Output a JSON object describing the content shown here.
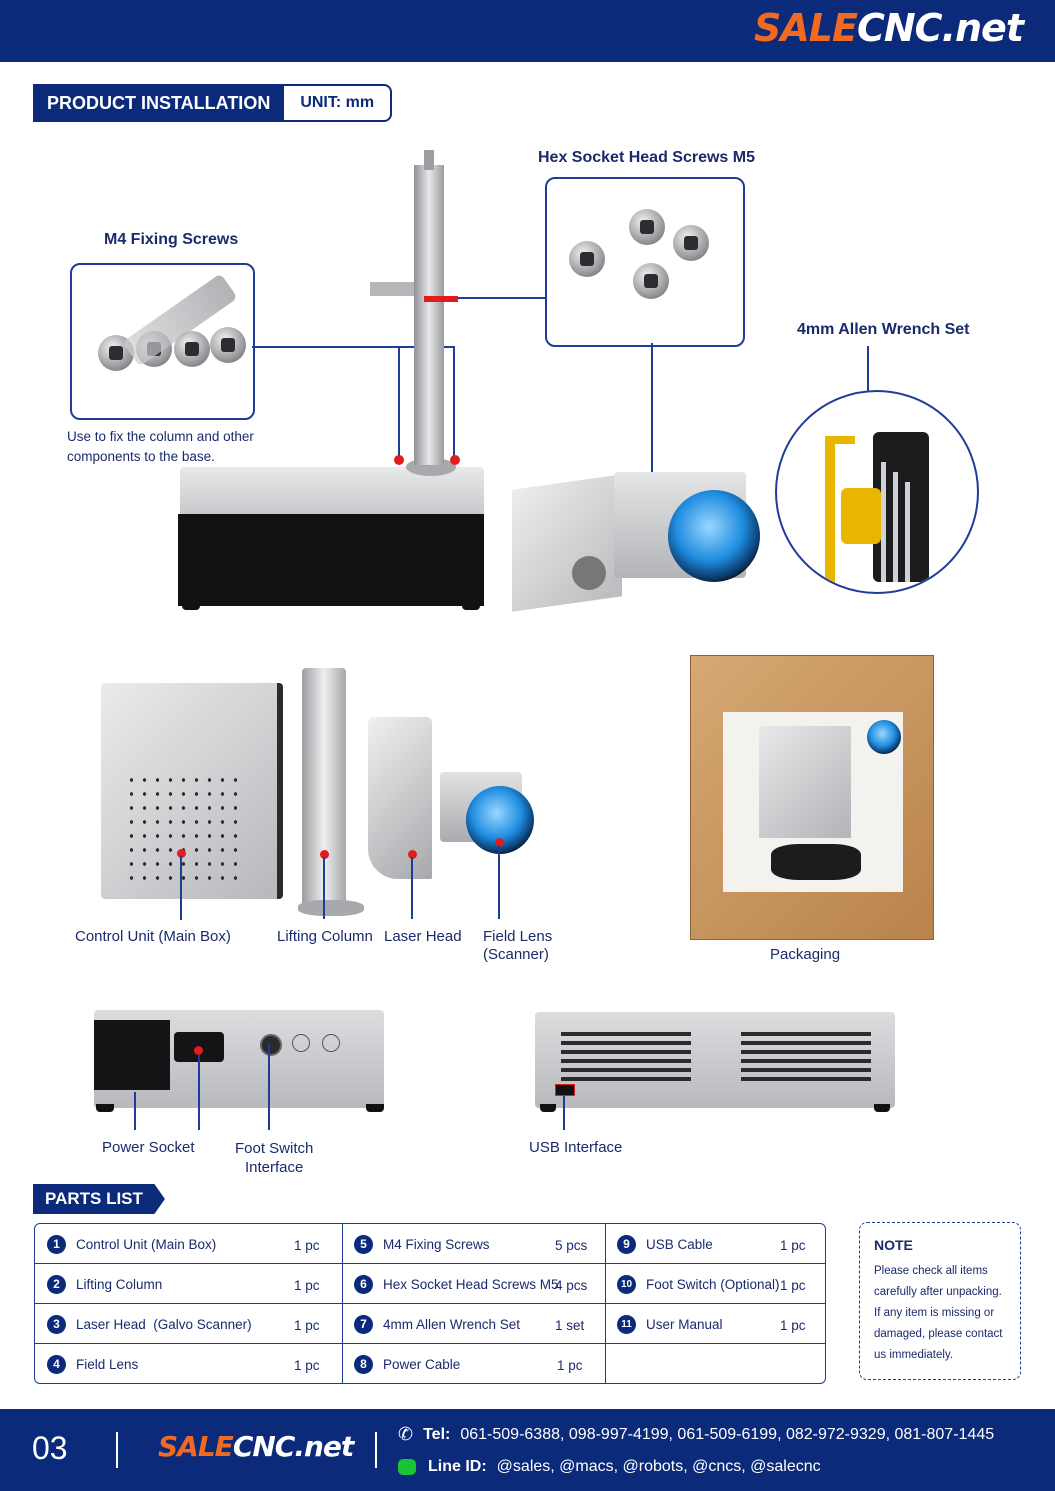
{
  "brand": {
    "sale": "SALE",
    "cnc": "CNC.net"
  },
  "section": {
    "title": "PRODUCT INSTALLATION",
    "unit": "UNIT: mm"
  },
  "callouts": {
    "m4_screws": "M4 Fixing Screws",
    "m4_desc_1": "Use to fix the column and other",
    "m4_desc_2": "components to the base.",
    "hex_screws": "Hex Socket Head Screws M5",
    "allen": "4mm Allen Wrench Set"
  },
  "components": {
    "control_unit": "Control Unit (Main Box)",
    "lifting_column": "Lifting Column",
    "laser_head": "Laser Head",
    "field_lens_1": "Field Lens",
    "field_lens_2": "(Scanner)",
    "packaging": "Packaging",
    "power_socket": "Power Socket",
    "foot_switch_1": "Foot Switch",
    "foot_switch_2": "Interface",
    "usb": "USB Interface"
  },
  "parts": {
    "title": "PARTS LIST",
    "items": [
      {
        "n": "1",
        "name": "Control Unit (Main Box)",
        "qty": "1 pc"
      },
      {
        "n": "2",
        "name": "Lifting Column",
        "qty": "1 pc"
      },
      {
        "n": "3",
        "name": "Laser Head  (Galvo Scanner)",
        "qty": "1 pc"
      },
      {
        "n": "4",
        "name": "Field Lens",
        "qty": "1 pc"
      },
      {
        "n": "5",
        "name": "M4 Fixing Screws",
        "qty": "5 pcs"
      },
      {
        "n": "6",
        "name": "Hex Socket Head Screws M5",
        "qty": "4 pcs"
      },
      {
        "n": "7",
        "name": "4mm Allen Wrench Set",
        "qty": "1 set"
      },
      {
        "n": "8",
        "name": "Power Cable",
        "qty": "1 pc"
      },
      {
        "n": "9",
        "name": "USB Cable",
        "qty": "1 pc"
      },
      {
        "n": "10",
        "name": "Foot Switch (Optional)",
        "qty": "1 pc"
      },
      {
        "n": "11",
        "name": "User Manual",
        "qty": "1 pc"
      }
    ]
  },
  "note": {
    "title": "NOTE",
    "l1": "Please check all items",
    "l2": "carefully after unpacking.",
    "l3": "If any item is missing or",
    "l4": "damaged, please contact",
    "l5": "us immediately."
  },
  "footer": {
    "page": "03",
    "tel_label": "Tel:",
    "tel": "061-509-6388, 098-997-4199, 061-509-6199, 082-972-9329, 081-807-1445",
    "line_label": "Line ID:",
    "line": "@sales, @macs, @robots, @cncs, @salecnc"
  },
  "colors": {
    "navy": "#0b2a7a",
    "accent": "#f26a21",
    "marker": "#e21c1c"
  }
}
